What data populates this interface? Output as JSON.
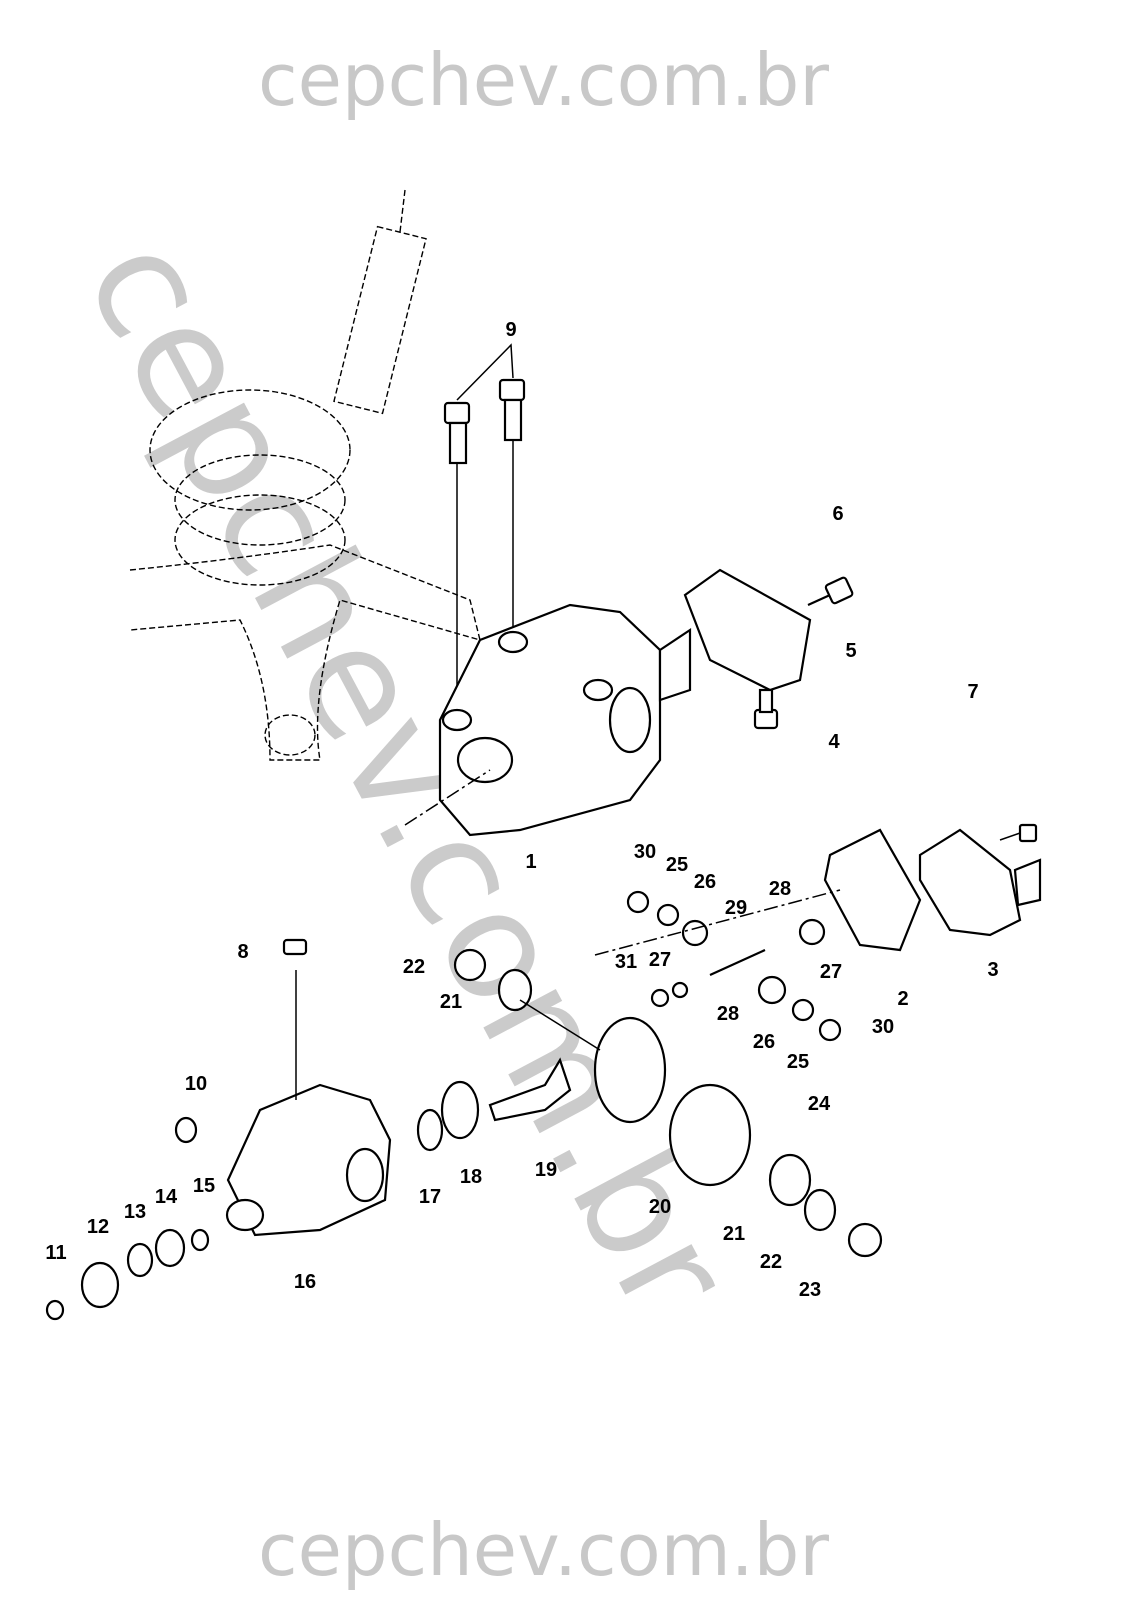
{
  "watermark": {
    "top": "cepchev.com.br",
    "bottom": "cepchev.com.br",
    "diagonal": "cepchev.com.br"
  },
  "callouts": {
    "c1": "1",
    "c2": "2",
    "c3": "3",
    "c4": "4",
    "c5": "5",
    "c6": "6",
    "c7": "7",
    "c8": "8",
    "c9": "9",
    "c10": "10",
    "c11": "11",
    "c12": "12",
    "c13": "13",
    "c14": "14",
    "c15": "15",
    "c16": "16",
    "c17": "17",
    "c18": "18",
    "c19": "19",
    "c20": "20",
    "c21a": "21",
    "c21b": "21",
    "c22a": "22",
    "c22b": "22",
    "c23": "23",
    "c24": "24",
    "c25a": "25",
    "c25b": "25",
    "c26a": "26",
    "c26b": "26",
    "c27a": "27",
    "c27b": "27",
    "c28a": "28",
    "c28b": "28",
    "c29": "29",
    "c30a": "30",
    "c30b": "30",
    "c31": "31"
  }
}
